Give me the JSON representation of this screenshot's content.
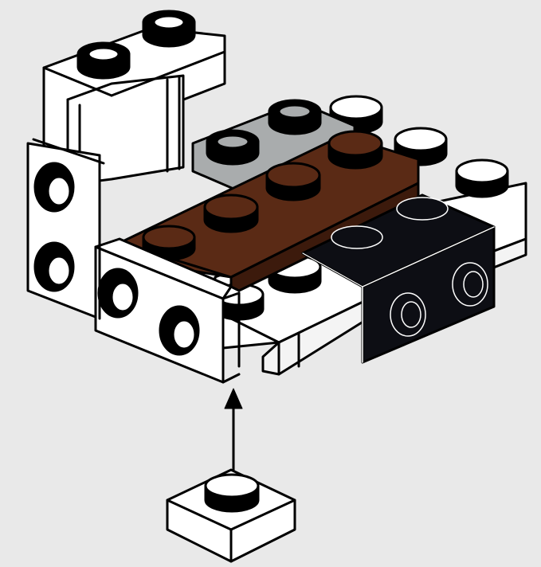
{
  "instruction": {
    "type": "building-step",
    "action": "insert-from-below",
    "part": "1x1 plate",
    "part_color": "white"
  },
  "assembly": {
    "name": "sub-assembly",
    "brick_colors": {
      "white": "#ffffff",
      "light-gray": "#a9acad",
      "reddish-brown": "#5a2a15",
      "black": "#0d0e14"
    }
  },
  "canvas": {
    "background": "#e9e9e9"
  }
}
